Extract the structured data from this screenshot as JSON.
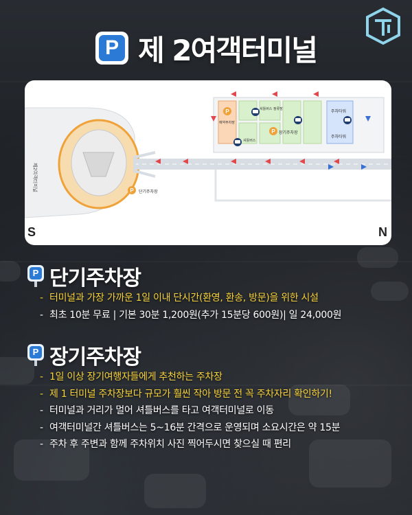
{
  "title": "제 2여객터미널",
  "header_badge": "P",
  "map": {
    "terminal_label": "제2여객터미널",
    "short_term_label": "단기주차장",
    "reserved_label": "예약주차장",
    "long_term_label": "장기주차장",
    "shuttle_label_1": "셔틀버스",
    "shuttle_label_2": "셔틀버스 정류장",
    "tower_label_1": "주차타워",
    "tower_label_2": "주차타워",
    "south": "S",
    "north": "N"
  },
  "sections": [
    {
      "title": "단기주차장",
      "bullets": [
        {
          "text": "터미널과 가장 가까운 1일 이내 단시간(환영, 환송, 방문)을 위한 시설",
          "color": "yellow"
        },
        {
          "text": "최초 10분 무료 | 기본 30분 1,200원(추가 15분당 600원)| 일 24,000원",
          "color": "white"
        }
      ]
    },
    {
      "title": "장기주차장",
      "bullets": [
        {
          "text": "1일 이상 장기여행자들에게 추천하는 주차장",
          "color": "yellow"
        },
        {
          "text": "제 1 터미널 주차장보다 규모가 훨씬 작아 방문 전 꼭 주차자리 확인하기!",
          "color": "yellow"
        },
        {
          "text": "터미널과 거리가 멀어 셔틀버스를 타고 여객터미널로 이동",
          "color": "white"
        },
        {
          "text": "여객터미널간 셔틀버스는 5~16분 간격으로 운영되며 소요시간은 약 15분",
          "color": "white"
        },
        {
          "text": "주차 후 주변과 함께 주차위치 사진 찍어두시면 찾으실 때 편리",
          "color": "white"
        }
      ]
    }
  ],
  "colors": {
    "accent_blue": "#2a7ad6",
    "highlight_yellow": "#f7d23a",
    "map_orange": "#f0a23a"
  }
}
